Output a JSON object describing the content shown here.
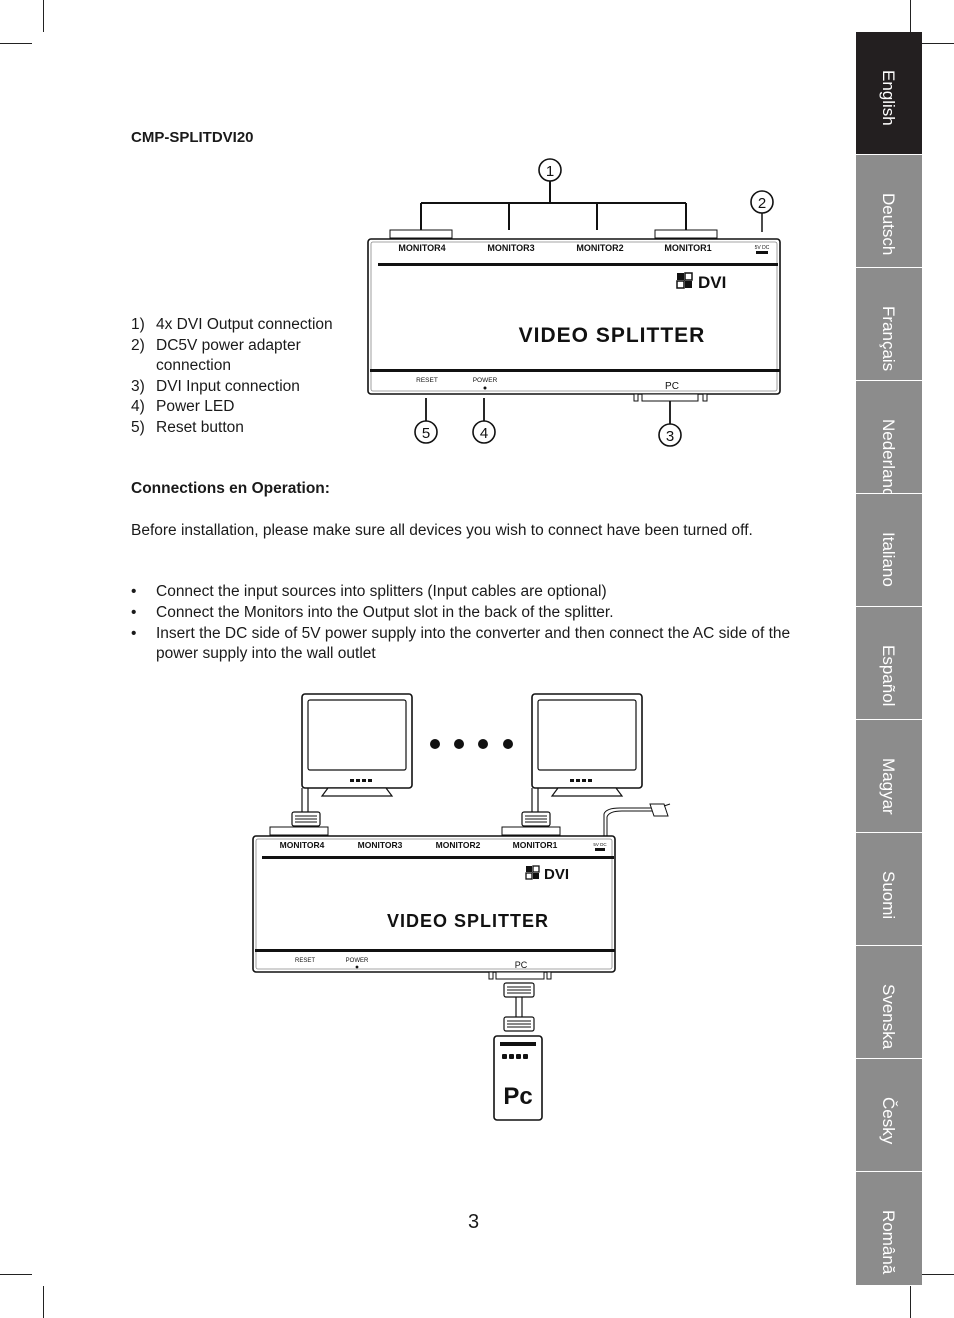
{
  "model": "CMP-SPLITDVI20",
  "features": [
    {
      "num": "1)",
      "text": "4x DVI Output connection"
    },
    {
      "num": "2)",
      "text": "DC5V power adapter connection"
    },
    {
      "num": "3)",
      "text": "DVI Input connection"
    },
    {
      "num": "4)",
      "text": "Power LED"
    },
    {
      "num": "5)",
      "text": "Reset button"
    }
  ],
  "section_heading": "Connections en Operation:",
  "intro": "Before installation, please make sure all devices you wish to connect have been turned off.",
  "steps": [
    "Connect the input sources into splitters (Input cables are optional)",
    "Connect the Monitors into the Output slot in the back of the splitter.",
    "Insert the DC side of 5V power supply into the converter and then connect the AC side of the power supply into the wall outlet"
  ],
  "bullet": "•",
  "page_number": "3",
  "languages": [
    {
      "label": "English",
      "active": true
    },
    {
      "label": "Deutsch",
      "active": false
    },
    {
      "label": "Français",
      "active": false
    },
    {
      "label": "Nederlands",
      "active": false
    },
    {
      "label": "Italiano",
      "active": false
    },
    {
      "label": "Español",
      "active": false
    },
    {
      "label": "Magyar",
      "active": false
    },
    {
      "label": "Suomi",
      "active": false
    },
    {
      "label": "Svenska",
      "active": false
    },
    {
      "label": "Česky",
      "active": false
    },
    {
      "label": "Română",
      "active": false
    }
  ],
  "device_diagram": {
    "port_labels": [
      "MONITOR4",
      "MONITOR3",
      "MONITOR2",
      "MONITOR1"
    ],
    "dc_label": "5V DC",
    "logo_text": "DVI",
    "product_name": "VIDEO SPLITTER",
    "reset_label": "RESET",
    "power_label": "POWER",
    "pc_label": "PC",
    "callouts": [
      "1",
      "2",
      "3",
      "4",
      "5"
    ]
  },
  "connection_diagram": {
    "port_labels": [
      "MONITOR4",
      "MONITOR3",
      "MONITOR2",
      "MONITOR1"
    ],
    "dc_label": "5V DC",
    "logo_text": "DVI",
    "product_name": "VIDEO SPLITTER",
    "reset_label": "RESET",
    "power_label": "POWER",
    "pc_label": "PC",
    "pc_box_label": "Pc"
  }
}
